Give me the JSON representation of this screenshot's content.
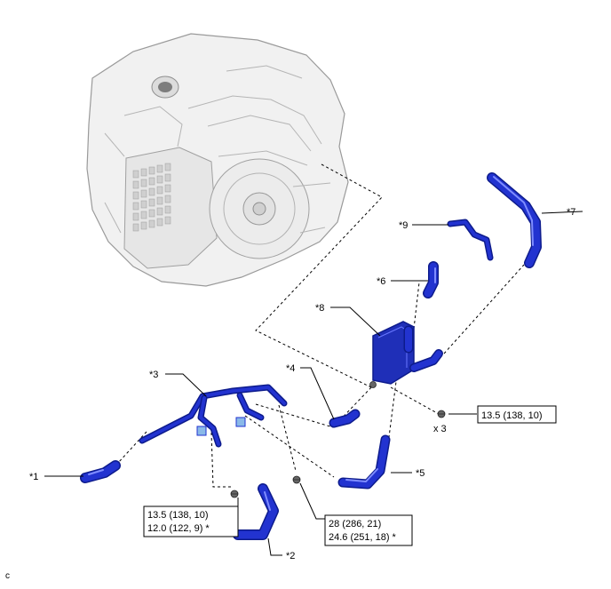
{
  "callouts": {
    "c1": "*1",
    "c2": "*2",
    "c3": "*3",
    "c4": "*4",
    "c5": "*5",
    "c6": "*6",
    "c7": "*7",
    "c8": "*8",
    "c9": "*9"
  },
  "torque": {
    "bolt_right": "13.5 (138, 10)",
    "bolt_right_qty": "x 3",
    "bolt_left_line1": "13.5 (138, 10)",
    "bolt_left_line2": "12.0 (122, 9) *",
    "bolt_center_line1": "28 (286, 21)",
    "bolt_center_line2": "24.6 (251, 18) *"
  },
  "figure_code": "c",
  "colors": {
    "part_blue": "#2233d0",
    "part_dark": "#0d1b8c",
    "housing_gray": "#f1f1f1"
  }
}
